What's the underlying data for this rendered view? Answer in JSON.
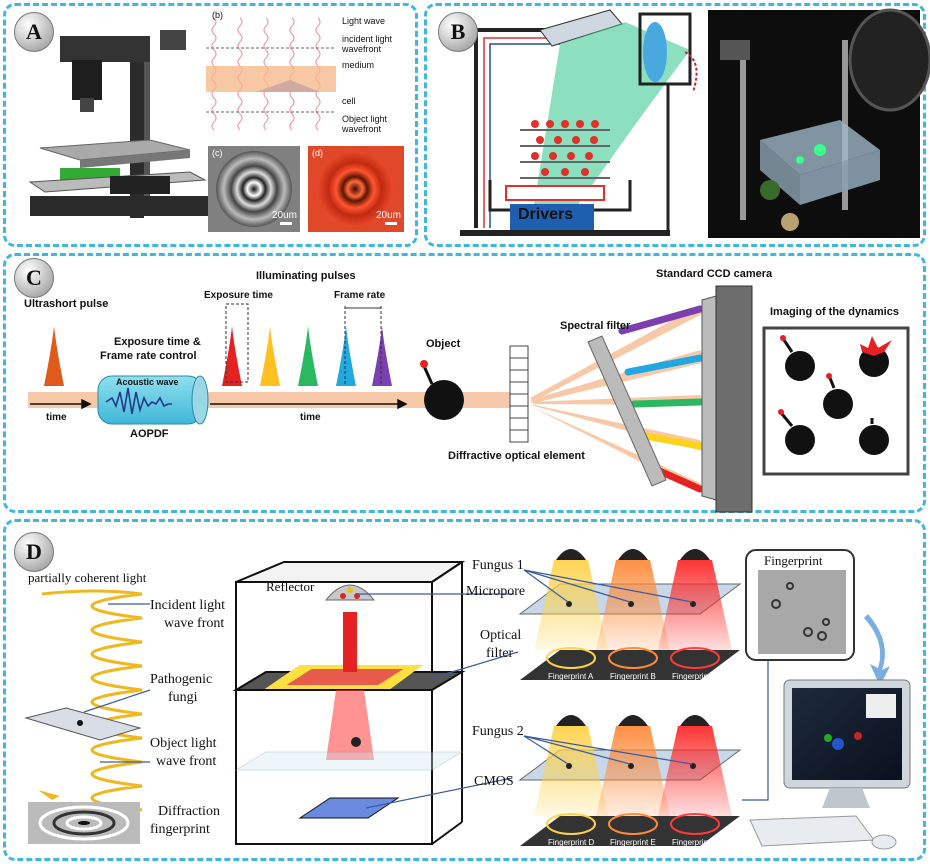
{
  "panels": {
    "a": {
      "badge": "A",
      "sub_b": "(b)",
      "sub_c": "(c)",
      "sub_d": "(d)",
      "light_wave": "Light wave",
      "incident_1": "incident light",
      "incident_2": "wavefront",
      "medium": "medium",
      "cell": "cell",
      "object_1": "Object light",
      "object_2": "wavefront",
      "scale_c": "20um",
      "scale_d": "20um"
    },
    "b": {
      "badge": "B",
      "drivers": "Drivers"
    },
    "c": {
      "badge": "C",
      "ultrashort": "Ultrashort pulse",
      "time1": "time",
      "exp_ctrl_1": "Exposure time &",
      "exp_ctrl_2": "Frame rate control",
      "acoustic": "Acoustic wave",
      "aopdf": "AOPDF",
      "illum": "Illuminating pulses",
      "exposure": "Exposure time",
      "frame_rate": "Frame rate",
      "time2": "time",
      "object": "Object",
      "doe": "Diffractive optical element",
      "spectral": "Spectral filter",
      "ccd": "Standard CCD camera",
      "dynamics": "Imaging of the dynamics"
    },
    "d": {
      "badge": "D",
      "partial": "partially  coherent light",
      "incident_1": "Incident light",
      "incident_2": "wave front",
      "patho_1": "Pathogenic",
      "patho_2": "fungi",
      "object_1": "Object light",
      "object_2": "wave front",
      "diff_1": "Diffraction",
      "diff_2": "fingerprint",
      "reflector": "Reflector",
      "fungus1": "Fungus 1",
      "micropore": "Micropore",
      "optical_1": "Optical",
      "optical_2": "filter",
      "fungus2": "Fungus 2",
      "cmos": "CMOS",
      "fingerprint": "Fingerprint",
      "fp_a": "Fingerprint A",
      "fp_b": "Fingerprint B",
      "fp_c": "Fingerprint C",
      "fp_d": "Fingerprint D",
      "fp_e": "Fingerprint E",
      "fp_f": "Fingerprint F"
    }
  },
  "colors": {
    "accent": "#3fb7e0",
    "beam": "#f8c9a8",
    "green_beam": "#2ec48a",
    "red": "#e52222",
    "orange": "#f0a040",
    "yellow": "#ffd21f",
    "blue": "#22a8e0",
    "purple": "#7b3fb0"
  }
}
